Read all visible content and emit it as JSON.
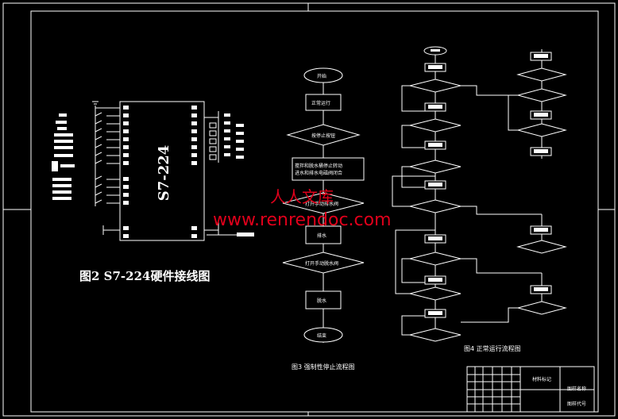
{
  "plc": {
    "model": "S7-224"
  },
  "captions": {
    "fig2": "图2  S7-224硬件接线图",
    "fig3": "图3 强制性停止流程图",
    "fig4": "图4 正常运行流程图"
  },
  "flowchart": {
    "start": "开始",
    "normal_run": "正常运行",
    "stop_button": "按停止按钮",
    "process": [
      "搅拌和脱水桶停止转动",
      "进水和排水电磁阀闭合"
    ],
    "manual_drain": "打开手动排水阀",
    "drain": "排水",
    "manual_spin": "打开手动脱水阀",
    "spin": "脱水",
    "end": "结束"
  },
  "title_block": {
    "part_name": "材料标记",
    "drawing_name": "图样名称",
    "drawing_code": "图样代号"
  },
  "watermark": {
    "site_cn": "人人文库",
    "site_url": "www.renrendoc.com"
  },
  "colors": {
    "background": "#000000",
    "lines": "#ffffff",
    "watermark": "#e0001b"
  }
}
